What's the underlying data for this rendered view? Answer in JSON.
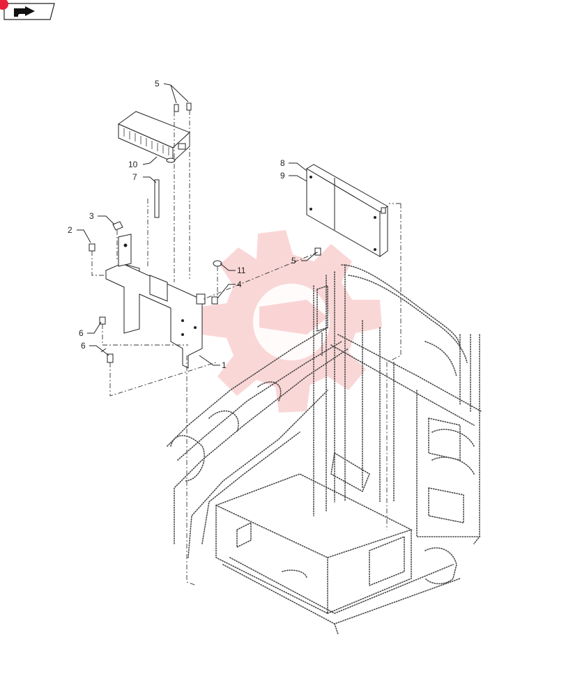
{
  "nav": {
    "back_icon": "return-arrow-icon",
    "badge_color": "#e8203a"
  },
  "callouts": [
    {
      "id": "5a",
      "label": "5"
    },
    {
      "id": "10",
      "label": "10"
    },
    {
      "id": "7",
      "label": "7"
    },
    {
      "id": "3",
      "label": "3"
    },
    {
      "id": "2",
      "label": "2"
    },
    {
      "id": "8",
      "label": "8"
    },
    {
      "id": "9",
      "label": "9"
    },
    {
      "id": "5b",
      "label": "5"
    },
    {
      "id": "11",
      "label": "11"
    },
    {
      "id": "4",
      "label": "4"
    },
    {
      "id": "6a",
      "label": "6"
    },
    {
      "id": "6b",
      "label": "6"
    },
    {
      "id": "1",
      "label": "1"
    }
  ]
}
